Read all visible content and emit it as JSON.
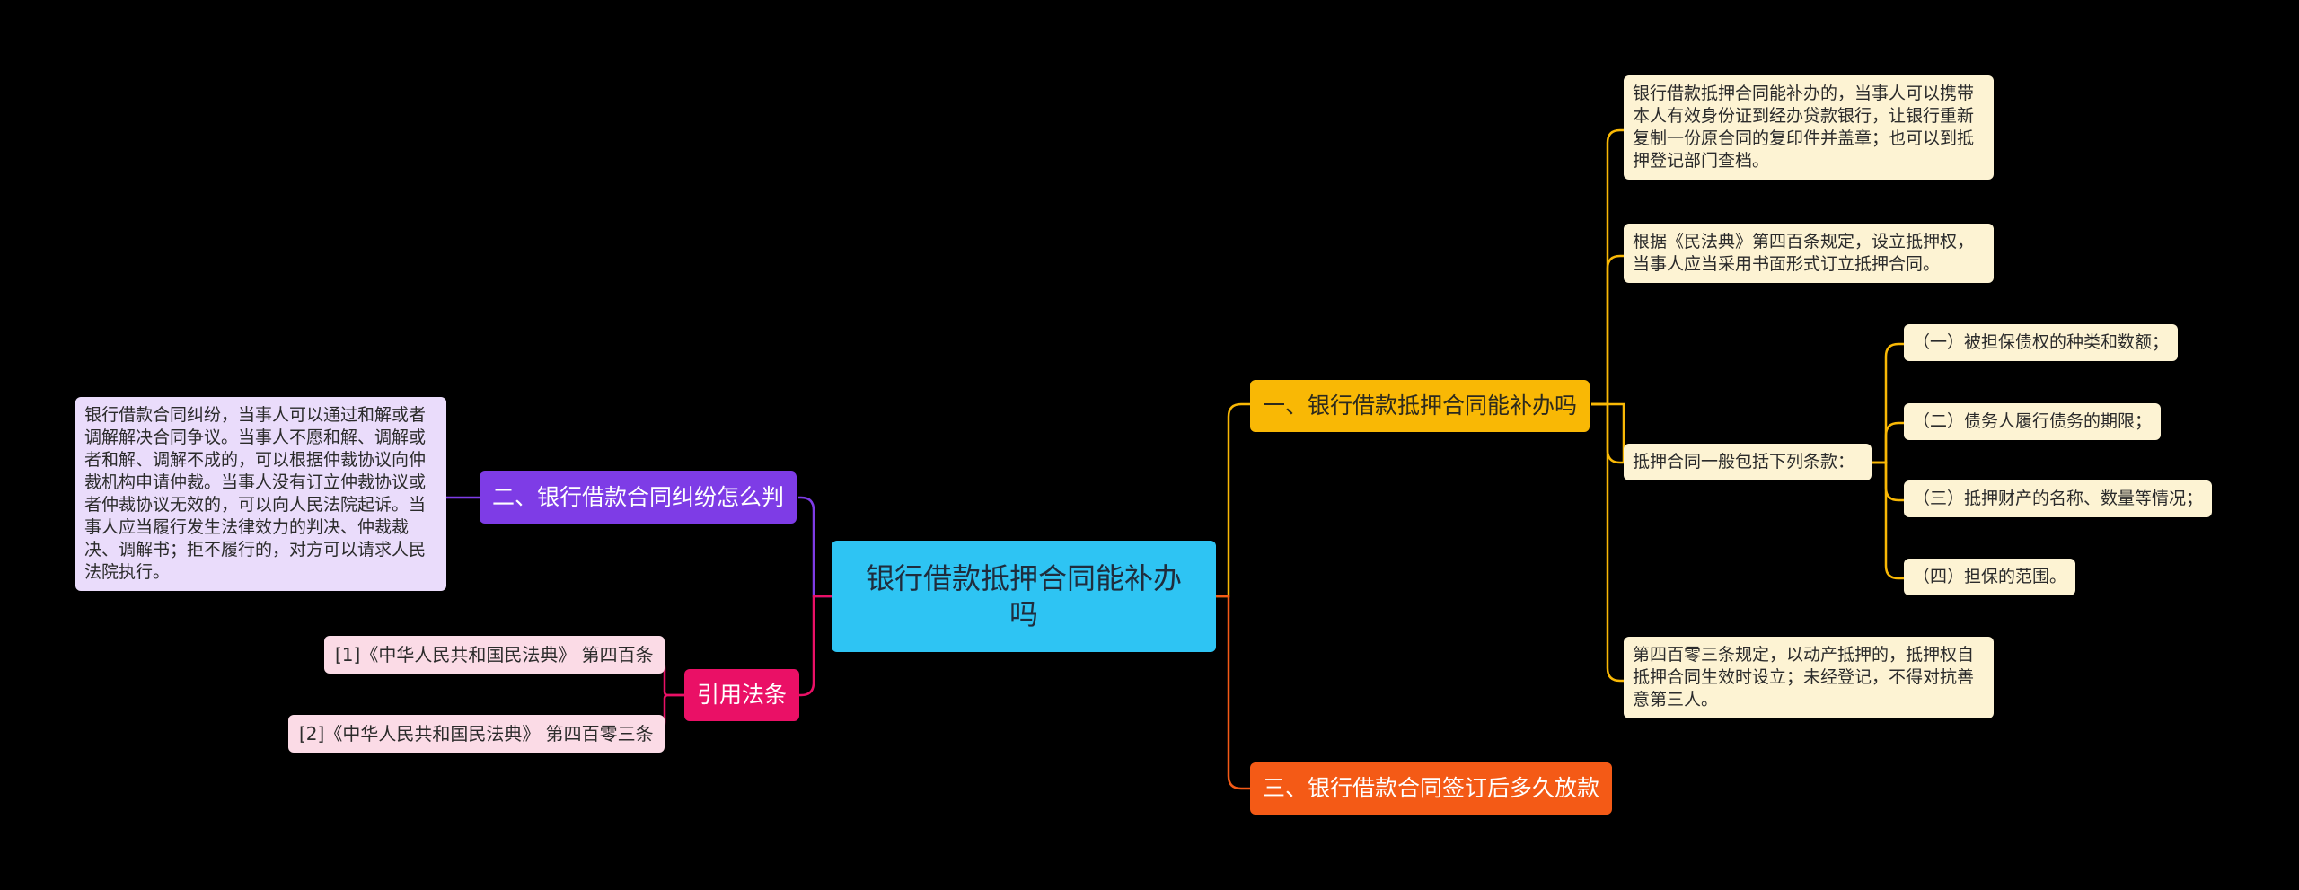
{
  "root": {
    "title": "银行借款抵押合同能补办吗"
  },
  "branches": {
    "b1": {
      "label": "一、银行借款抵押合同能补办吗",
      "color": "#f9b805"
    },
    "b2": {
      "label": "二、银行借款合同纠纷怎么判",
      "color": "#7e3ce6"
    },
    "b3": {
      "label": "三、银行借款合同签订后多久放款",
      "color": "#f45a16"
    },
    "b4": {
      "label": "引用法条",
      "color": "#ea1066"
    }
  },
  "leaves": {
    "y1": "银行借款抵押合同能补办的，当事人可以携带本人有效身份证到经办贷款银行，让银行重新复制一份原合同的复印件并盖章；也可以到抵押登记部门查档。",
    "y2": "根据《民法典》第四百条规定，设立抵押权，当事人应当采用书面形式订立抵押合同。",
    "y3": "抵押合同一般包括下列条款：",
    "y4": "第四百零三条规定，以动产抵押的，抵押权自抵押合同生效时设立；未经登记，不得对抗善意第三人。",
    "s1": "（一）被担保债权的种类和数额；",
    "s2": "（二）债务人履行债务的期限；",
    "s3": "（三）抵押财产的名称、数量等情况；",
    "s4": "（四）担保的范围。",
    "p1": "银行借款合同纠纷，当事人可以通过和解或者调解解决合同争议。当事人不愿和解、调解或者和解、调解不成的，可以根据仲裁协议向仲裁机构申请仲裁。当事人没有订立仲裁协议或者仲裁协议无效的，可以向人民法院起诉。当事人应当履行发生法律效力的判决、仲裁裁决、调解书；拒不履行的，对方可以请求人民法院执行。",
    "k1": "[1]《中华人民共和国民法典》 第四百条",
    "k2": "[2]《中华人民共和国民法典》 第四百零三条"
  },
  "colors": {
    "background": "#000000",
    "root": "#2ec4f3",
    "leaf_yellow": "#fdf3d3",
    "leaf_purple": "#eadcfb",
    "leaf_pink": "#fbdbe6"
  }
}
